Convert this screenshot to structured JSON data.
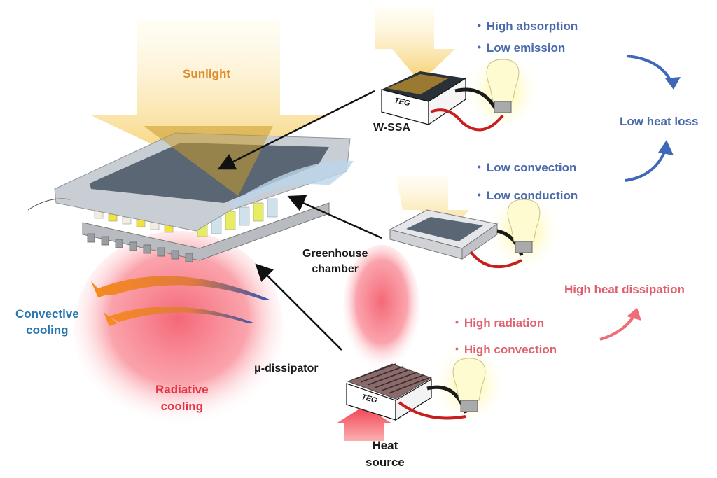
{
  "colors": {
    "sunlight": "#f0a030",
    "low_loss_blue": "#4a6aad",
    "dissipation_red": "#e0606e",
    "convective_blue": "#2a78b0",
    "radiative_red": "#e83040",
    "absorber_dark": "#4a5868",
    "wire_red": "#c81e1e",
    "wire_black": "#1a1a1a"
  },
  "main_device": {
    "sunlight_label": "Sunlight",
    "convective_label": "Convective\ncooling",
    "radiative_label": "Radiative\ncooling"
  },
  "callouts": {
    "wssa": "W-SSA",
    "greenhouse": "Greenhouse\nchamber",
    "dissipator": "μ-dissipator",
    "heat_source": "Heat\nsource"
  },
  "teg_label": "TEG",
  "panels": {
    "wssa": {
      "bullets": [
        "High absorption",
        "Low emission"
      ]
    },
    "greenhouse": {
      "bullets": [
        "Low convection",
        "Low conduction"
      ]
    },
    "dissipator": {
      "bullets": [
        "High radiation",
        "High convection"
      ]
    }
  },
  "outcomes": {
    "low_heat_loss": "Low heat loss",
    "high_heat_dissipation": "High heat dissipation"
  }
}
